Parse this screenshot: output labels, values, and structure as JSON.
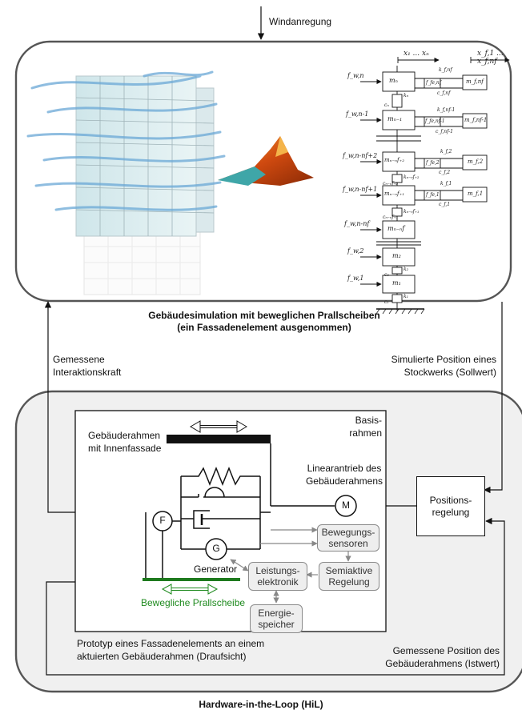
{
  "top": {
    "input_label": "Windanregung",
    "caption_line1": "Gebäudesimulation mit beweglichen Prallscheiben",
    "caption_line2": "(ein Fassadenelement ausgenommen)"
  },
  "links": {
    "left_line1": "Gemessene",
    "left_line2": "Interaktionskraft",
    "right_line1": "Simulierte Position eines",
    "right_line2": "Stockwerks (Sollwert)"
  },
  "hil": {
    "basisrahmen_line1": "Basis-",
    "basisrahmen_line2": "rahmen",
    "gebaeuderahmen_line1": "Gebäuderahmen",
    "gebaeuderahmen_line2": "mit Innenfassade",
    "linearantrieb_line1": "Linearantrieb des",
    "linearantrieb_line2": "Gebäuderahmens",
    "motor_symbol": "M",
    "force_symbol": "F",
    "generator_symbol": "G",
    "generator_label": "Generator",
    "positionsregelung_line1": "Positions-",
    "positionsregelung_line2": "regelung",
    "bewegungssensoren_line1": "Bewegungs-",
    "bewegungssensoren_line2": "sensoren",
    "semiaktive_line1": "Semiaktive",
    "semiaktive_line2": "Regelung",
    "leistungselektronik_line1": "Leistungs-",
    "leistungselektronik_line2": "elektronik",
    "energiespeicher_line1": "Energie-",
    "energiespeicher_line2": "speicher",
    "prallscheibe_label": "Bewegliche Prallscheibe",
    "prototyp_line1": "Prototyp eines Fassadenelements an einem",
    "prototyp_line2": "aktuierten Gebäuderahmen (Draufsicht)",
    "gemessene_pos_line1": "Gemessene Position des",
    "gemessene_pos_line2": "Gebäuderahmens (Istwert)",
    "title": "Hardware-in-the-Loop (HiL)"
  },
  "model": {
    "x_header_1": "x₁ ... xₙ",
    "x_header_2": "x_f,1 ... x_f,nf",
    "masses": [
      "mₙ",
      "mₙ₋₁",
      "mₙ₋ₙf₊₂",
      "mₙ₋ₙf₊₁",
      "mₙ₋ₙf",
      "m₂",
      "m₁"
    ],
    "forces": [
      "f_w,n",
      "f_w,n-1",
      "f_w,n-nf+2",
      "f_w,n-nf+1",
      "f_w,n-nf",
      "f_w,2",
      "f_w,1"
    ],
    "facade_masses": [
      "m_f,nf",
      "m_f,nf-1",
      "m_f,2",
      "m_f,1"
    ],
    "facade_forces": [
      "f_fe,nf",
      "f_fe,nf-1",
      "f_fe,2",
      "f_fe,1"
    ],
    "springs": [
      "kₙ",
      "k_f,nf",
      "k_f,nf-1",
      "kₙ₋ₙf₊₂",
      "k_f,2",
      "kₙ₋ₙf₊₁",
      "k_f,1",
      "k₂",
      "k₁"
    ],
    "dampers": [
      "cₙ",
      "c_f,nf",
      "c_f,nf-1",
      "cₙ₋ₙf₊₂",
      "c_f,2",
      "cₙ₋ₙf₊₁",
      "c_f,1",
      "c₂",
      "c₁"
    ]
  },
  "colors": {
    "green_plate": "#1e7a1e",
    "green_text": "#1e8a1e",
    "panel_fill": "#f0f0f0",
    "gray_box": "#eeeeee",
    "matlab_orange": "#e0661a",
    "matlab_teal": "#3fa6a8"
  }
}
